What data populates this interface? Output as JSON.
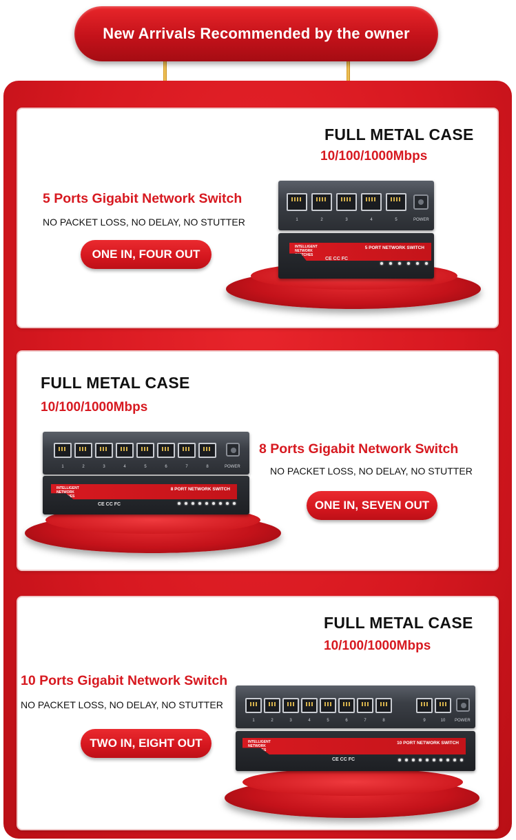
{
  "banner": {
    "title": "New Arrivals Recommended by the owner"
  },
  "products": [
    {
      "case": "FULL METAL CASE",
      "speed": "10/100/1000Mbps",
      "ports_title": "5 Ports Gigabit Network Switch",
      "tagline": "NO PACKET LOSS, NO DELAY, NO STUTTER",
      "pill": "ONE IN, FOUR OUT",
      "device_label": "5 PORT NETWORK SWITCH",
      "port_numbers": [
        "1",
        "2",
        "3",
        "4",
        "5"
      ]
    },
    {
      "case": "FULL METAL CASE",
      "speed": "10/100/1000Mbps",
      "ports_title": "8 Ports Gigabit Network Switch",
      "tagline": "NO PACKET LOSS, NO DELAY, NO STUTTER",
      "pill": "ONE IN, SEVEN OUT",
      "device_label": "8 PORT NETWORK SWITCH",
      "port_numbers": [
        "1",
        "2",
        "3",
        "4",
        "5",
        "6",
        "7",
        "8"
      ]
    },
    {
      "case": "FULL METAL CASE",
      "speed": "10/100/1000Mbps",
      "ports_title": "10 Ports Gigabit Network Switch",
      "tagline": "NO PACKET LOSS, NO DELAY, NO STUTTER",
      "pill": "TWO IN, EIGHT OUT",
      "device_label": "10 PORT NETWORK SWITCH",
      "port_numbers": [
        "1",
        "2",
        "3",
        "4",
        "5",
        "6",
        "7",
        "8",
        "9",
        "10"
      ]
    }
  ],
  "device_common": {
    "power_label": "POWER",
    "front_label": "INTELLIGENT NETWORK SWITCHES",
    "cert_marks": "CE CC FC"
  },
  "colors": {
    "brand_red": "#d71920",
    "banner_red": "#c4121a",
    "text_dark": "#111111"
  }
}
